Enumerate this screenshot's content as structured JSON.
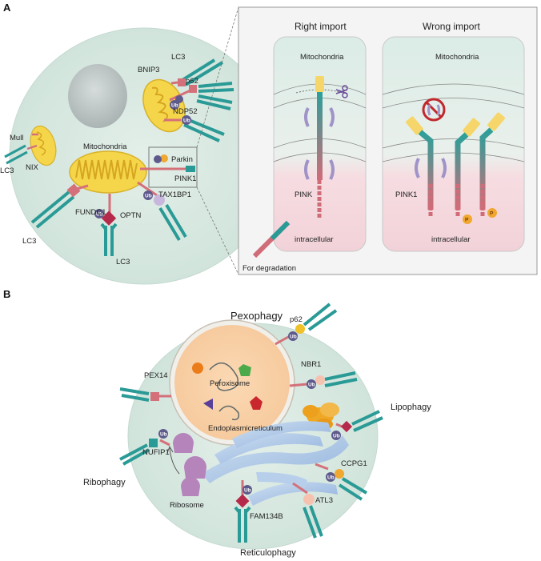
{
  "panel_a": {
    "letter": "A",
    "lc3_top": "LC3",
    "bnip3": "BNIP3",
    "p62": "p62",
    "ndp52": "NDP52",
    "mull": "Mull",
    "nix": "NIX",
    "lc3_left": "LC3",
    "mitochondria": "Mitochondria",
    "parkin": "Parkin",
    "pink1": "PINK1",
    "tax1bp1": "TAX1BP1",
    "fundc1": "FUNDC1",
    "optn": "OPTN",
    "lc3_bottom_left": "LC3",
    "lc3_bottom": "LC3",
    "ub": "Ub"
  },
  "inset": {
    "right_title": "Right import",
    "wrong_title": "Wrong import",
    "mito_left": "Mitochondria",
    "mito_right": "Mitochondria",
    "pink_left": "PINK",
    "pink_right": "PINK1",
    "intra_left": "intracellular",
    "intra_right": "intracellular",
    "degradation": "For degradation",
    "phospho": "P"
  },
  "panel_b": {
    "letter": "B",
    "pexophagy": "Pexophagy",
    "p62": "p62",
    "pex14": "PEX14",
    "nbr1": "NBR1",
    "peroxisome": "Peroxisome",
    "lipophagy": "Lipophagy",
    "er": "Endoplasmicreticulum",
    "nufip1": "NUFIP1",
    "ribophagy": "Ribophagy",
    "ribosome": "Ribosome",
    "ccpg1": "CCPG1",
    "atl3": "ATL3",
    "fam134b": "FAM134B",
    "reticulophagy": "Reticulophagy",
    "ub": "Ub"
  },
  "colors": {
    "cell": "#d7e8e0",
    "teal": "#2a9a96",
    "pink": "#d4707a",
    "mito_yellow": "#f2cf3a",
    "purple": "#9f93c8",
    "ub_purple": "#5e5a8c",
    "er_blue": "#a9c3e4",
    "orange": "#f0a830"
  }
}
